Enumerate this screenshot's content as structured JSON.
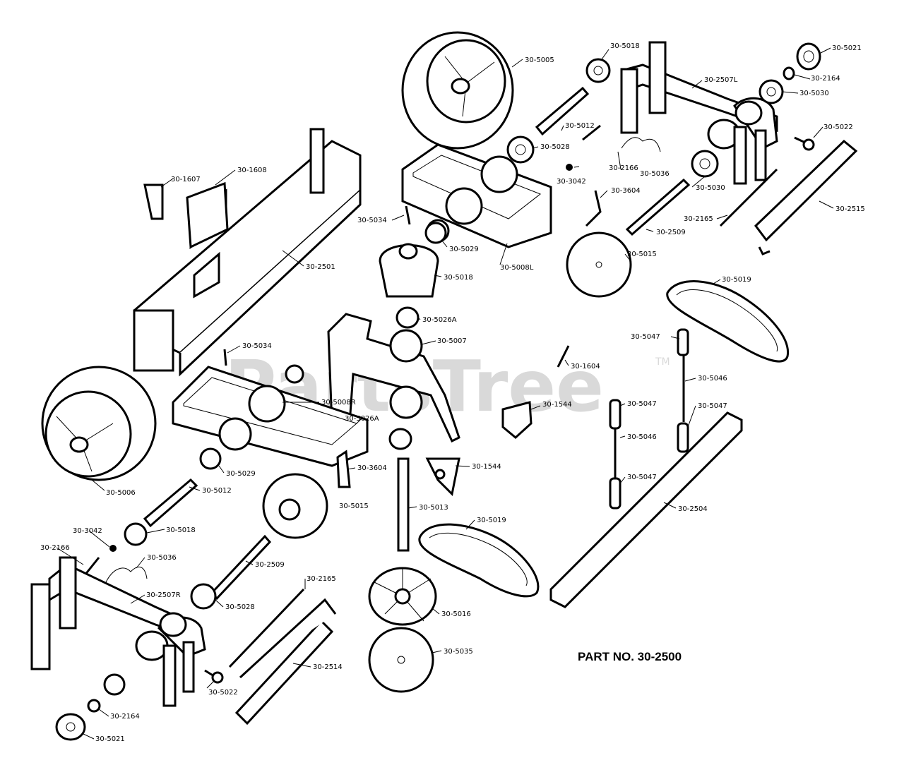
{
  "title": "PART NO. 30-2500",
  "watermark": "PartsTree",
  "watermark_tm": "TM",
  "labels": {
    "l5005": "30-5005",
    "l5018a": "30-5018",
    "l2507L": "30-2507L",
    "l5021a": "30-5021",
    "l2164a": "30-2164",
    "l5030a": "30-5030",
    "l5012a": "30-5012",
    "l5028a": "30-5028",
    "l2166a": "30-2166",
    "l5036a": "30-5036",
    "l3042a": "30-3042",
    "l5022a": "30-5022",
    "l3604a": "30-3604",
    "l5030b": "30-5030",
    "l2165a": "30-2165",
    "l2515": "30-2515",
    "l2509a": "30-2509",
    "l1607": "30-1607",
    "l1608": "30-1608",
    "l5034a": "30-5034",
    "l5029a": "30-5029",
    "l5008L": "30-5008L",
    "l5015a": "30-5015",
    "l2501": "30-2501",
    "l5018b": "30-5018",
    "l5019a": "30-5019",
    "l5026Aa": "30-5026A",
    "l5007": "30-5007",
    "l5047a": "30-5047",
    "l5034b": "30-5034",
    "l5046a": "30-5046",
    "l1604": "30-1604",
    "l5008R": "30-5008R",
    "l5047b": "30-5047",
    "l1544a": "30-1544",
    "l5047c": "30-5047",
    "l5026Ab": "30-5026A",
    "l5046b": "30-5046",
    "l3604b": "30-3604",
    "l1544b": "30-1544",
    "l5029b": "30-5029",
    "l5047d": "30-5047",
    "l5006": "30-5006",
    "l5012b": "30-5012",
    "l5015b": "30-5015",
    "l5013": "30-5013",
    "l2504": "30-2504",
    "l3042b": "30-3042",
    "l5018c": "30-5018",
    "l5019b": "30-5019",
    "l2166b": "30-2166",
    "l5036b": "30-5036",
    "l2509b": "30-2509",
    "l2165b": "30-2165",
    "l2507R": "30-2507R",
    "l5028b": "30-5028",
    "l5016": "30-5016",
    "l5035": "30-5035",
    "l2514": "30-2514",
    "l5022b": "30-5022",
    "l2164b": "30-2164",
    "l5021b": "30-5021"
  }
}
